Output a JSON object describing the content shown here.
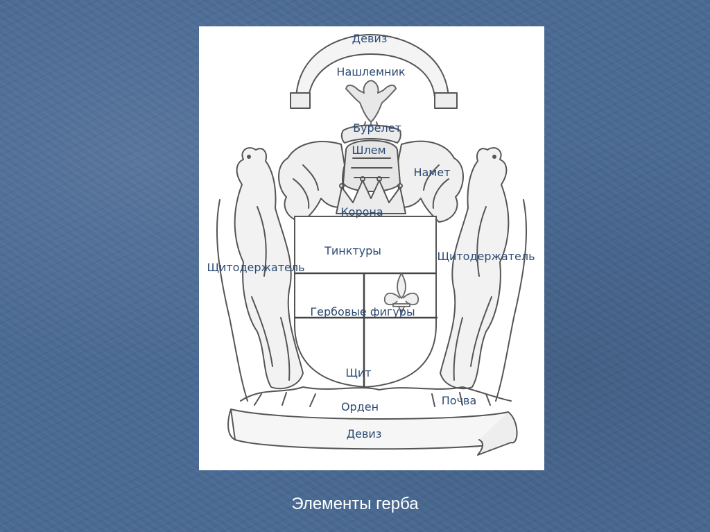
{
  "caption": "Элементы герба",
  "labels": {
    "motto_top": "Девиз",
    "crest": "Нашлемник",
    "torse": "Бурелет",
    "helmet": "Шлем",
    "mantling": "Намет",
    "crown": "Корона",
    "tinctures": "Тинктуры",
    "supporter_left": "Щитодержатель",
    "supporter_right": "Щитодержатель",
    "charges": "Гербовые фигуры",
    "shield": "Щит",
    "order": "Орден",
    "compartment": "Почва",
    "motto_bottom": "Девиз"
  }
}
